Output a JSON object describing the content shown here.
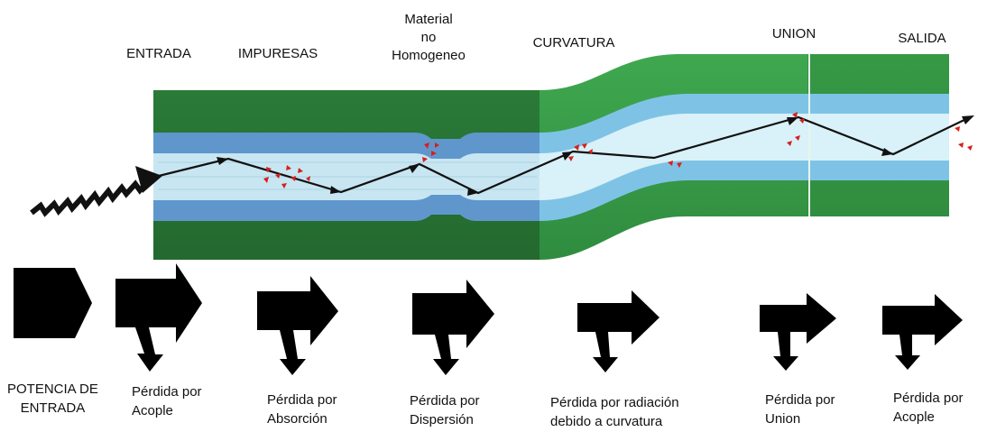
{
  "stages": [
    {
      "id": "entrada",
      "label": "ENTRADA"
    },
    {
      "id": "impuresas",
      "label": "IMPURESAS"
    },
    {
      "id": "material",
      "label": "Material\nno\nHomogeneo"
    },
    {
      "id": "curvatura",
      "label": "CURVATURA"
    },
    {
      "id": "union",
      "label": "UNION"
    },
    {
      "id": "salida",
      "label": "SALIDA"
    }
  ],
  "losses": [
    {
      "id": "input-power",
      "label": "POTENCIA DE\nENTRADA"
    },
    {
      "id": "coupling-1",
      "label": "Pérdida por\nAcople"
    },
    {
      "id": "absorption",
      "label": "Pérdida por\nAbsorción"
    },
    {
      "id": "dispersion",
      "label": "Pérdida por\nDispersión"
    },
    {
      "id": "curvature",
      "label": "Pérdida por  radiación\ndebido a  curvatura"
    },
    {
      "id": "union",
      "label": "Pérdida por\nUnion"
    },
    {
      "id": "coupling-2",
      "label": "Pérdida por\nAcople"
    }
  ],
  "colors": {
    "cladding_green": "#2e7d3c",
    "fiber_blue": "#5b95c9",
    "core_light": "#c4e3f0",
    "ray": "#111111",
    "scatter_red": "#d81e1e"
  }
}
